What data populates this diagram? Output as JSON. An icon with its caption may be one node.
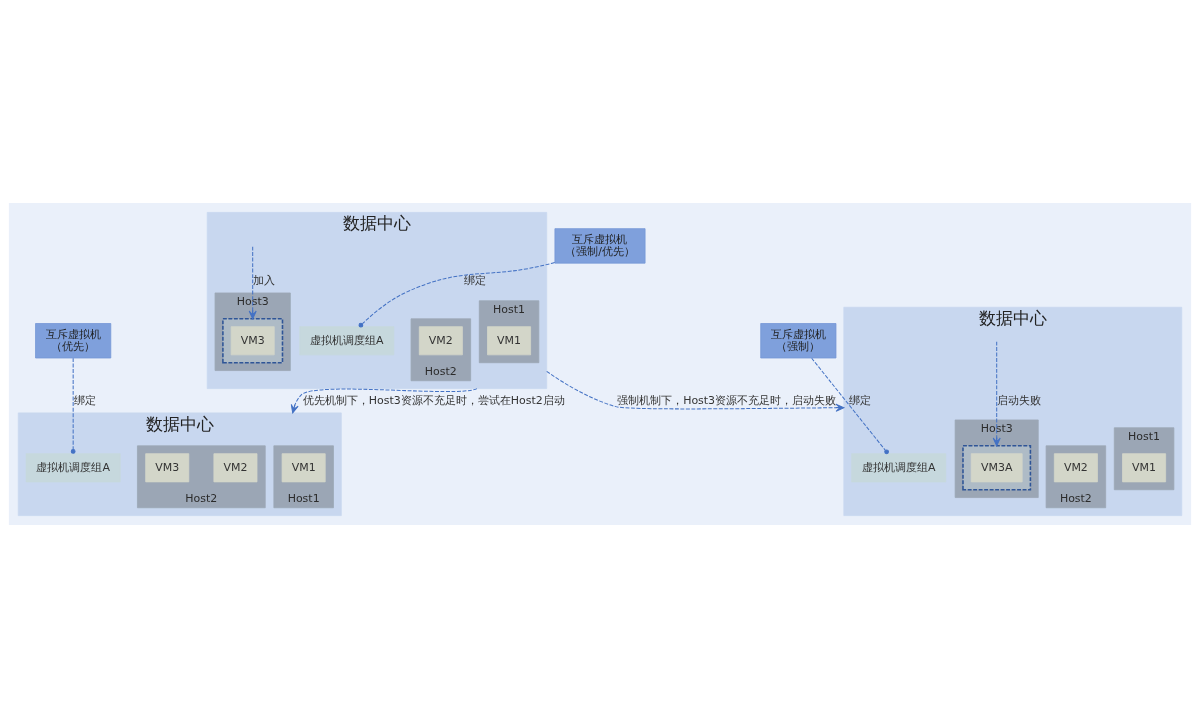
{
  "diagram": {
    "nodes": [
      {
        "text": [
          "数据中心"
        ]
      },
      {
        "text": [
          "Host1"
        ],
        "in": 0
      },
      {
        "text": [
          "VM1"
        ],
        "in": 1
      },
      {
        "text": [
          "Host3"
        ],
        "in": 0
      },
      {
        "text": [],
        "shape": "box",
        "in": 3
      },
      {
        "text": [
          "VM3"
        ],
        "in": 4
      },
      {
        "text": [
          "虚拟机调度组A"
        ],
        "in": 0
      },
      {
        "text": [
          "Host2"
        ],
        "in": 0
      },
      {
        "text": [
          "VM2"
        ],
        "in": 7
      },
      {
        "text": [
          "互斥虚拟机",
          "（强制/优先）"
        ]
      },
      {
        "text": [
          "数据中心"
        ]
      },
      {
        "text": [
          "Host1"
        ],
        "in": 10
      },
      {
        "text": [
          "VM1"
        ],
        "in": 11
      },
      {
        "text": [
          "Host2"
        ],
        "in": 10
      },
      {
        "text": [
          "VM2"
        ],
        "in": 13
      },
      {
        "text": [
          "VM3"
        ],
        "in": 13
      },
      {
        "text": [
          "虚拟机调度组A"
        ],
        "in": 10
      },
      {
        "text": [
          "互斥虚拟机",
          "（优先）"
        ]
      },
      {
        "text": [
          "数据中心"
        ]
      },
      {
        "text": [
          "Host1"
        ],
        "in": 18
      },
      {
        "text": [
          "VM1"
        ],
        "in": 19
      },
      {
        "text": [
          "Host3"
        ],
        "in": 18
      },
      {
        "text": [],
        "shape": "box",
        "in": 21
      },
      {
        "text": [
          "VM3A"
        ],
        "in": 22
      },
      {
        "text": [
          "虚拟机调度组A"
        ],
        "in": 18
      },
      {
        "text": [
          "Host2"
        ],
        "in": 18
      },
      {
        "text": [
          "VM2"
        ],
        "in": 25
      },
      {
        "text": [
          "互斥虚拟机",
          "（强制）"
        ]
      }
    ],
    "edges": [
      {
        "from": 0,
        "to": 10,
        "arrow": "to",
        "label": "优先机制下，Host3资源不充足时，尝试在Host2启动",
        "style": "dashed"
      },
      {
        "from": 0,
        "to": 18,
        "arrow": "to",
        "label": "强制机制下，Host3资源不充足时，启动失败",
        "style": "dashed"
      },
      {
        "from": null,
        "to": 4,
        "arrow": "to",
        "label": "加入",
        "style": "dashed"
      },
      {
        "from": 9,
        "to": 6,
        "arrow": "other",
        "label": "绑定",
        "style": "dashed"
      },
      {
        "from": 17,
        "to": 16,
        "arrow": "other",
        "label": "绑定",
        "style": "dashed"
      },
      {
        "from": null,
        "to": 22,
        "arrow": "to",
        "label": "启动失败",
        "style": "dashed"
      },
      {
        "from": 27,
        "to": 24,
        "arrow": "other",
        "label": "绑定",
        "style": "dashed"
      }
    ]
  }
}
